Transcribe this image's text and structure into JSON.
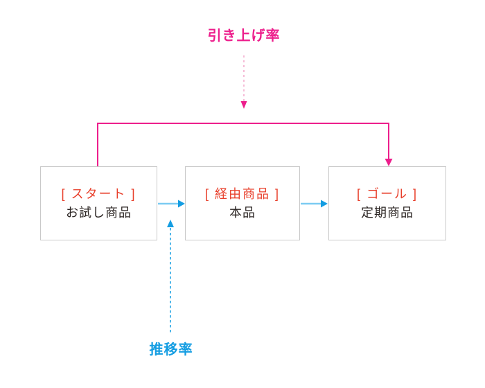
{
  "diagram": {
    "top_label": "引き上げ率",
    "bottom_label": "推移率",
    "boxes": [
      {
        "tag": "[ スタート ]",
        "name": "お試し商品"
      },
      {
        "tag": "[ 経由商品 ]",
        "name": "本品"
      },
      {
        "tag": "[ ゴール ]",
        "name": "定期商品"
      }
    ],
    "colors": {
      "pink": "#ed1e8c",
      "pink_light": "#f4a6ca",
      "blue": "#149de2",
      "blue_light": "#7bcbf2",
      "red": "#e8402c",
      "text": "#2b2523",
      "border": "#c9c9c9"
    }
  }
}
